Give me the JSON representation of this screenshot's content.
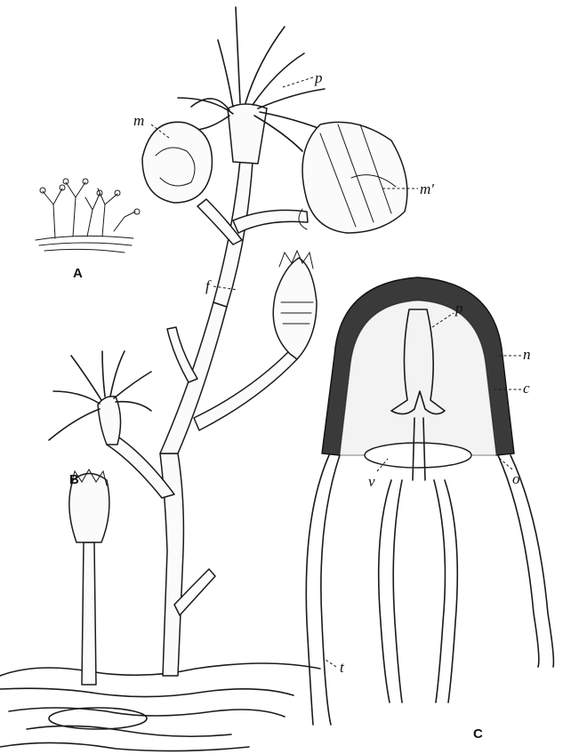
{
  "figure": {
    "part_labels": {
      "a": "A",
      "b": "B",
      "c": "C"
    },
    "structure_labels": {
      "p_upper": "p",
      "m": "m",
      "m_prime": "m'",
      "f": "f",
      "p_medusa": "p",
      "n": "n",
      "c": "c",
      "v": "v",
      "o": "o",
      "t": "t"
    }
  }
}
